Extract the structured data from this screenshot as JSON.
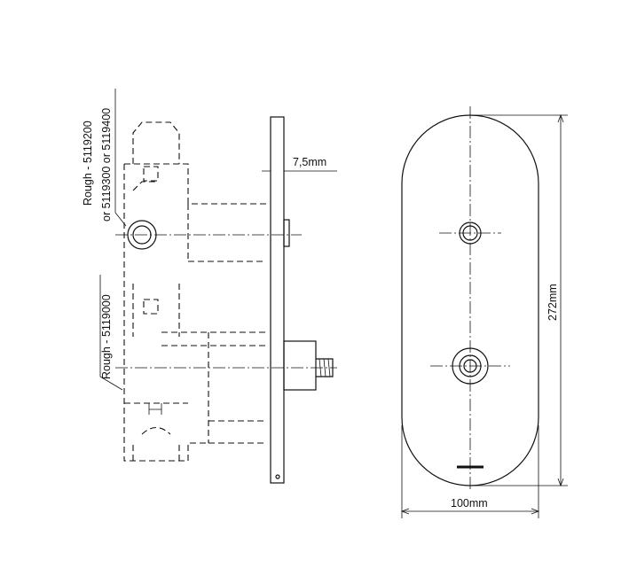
{
  "labels": {
    "rough_top_line1": "Rough - 5119200",
    "rough_top_line2": "or 5119300 or 5119400",
    "rough_bottom": "Rough - 5119000",
    "plate_offset": "7,5mm",
    "height_dim": "272mm",
    "width_dim": "100mm"
  }
}
